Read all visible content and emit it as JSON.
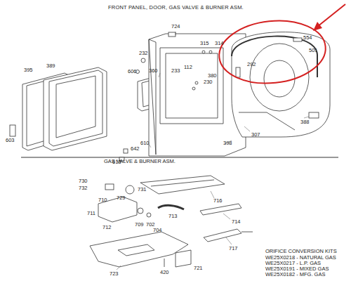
{
  "diagram": {
    "title": "FRONT PANEL, DOOR, GAS VALVE & BURNER ASM.",
    "labels": [
      "GAS VALVE & BURNER ASM.",
      "724",
      "315",
      "314",
      "554",
      "501",
      "232",
      "395",
      "389",
      "606",
      "360",
      "112",
      "233",
      "292",
      "380",
      "230",
      "388",
      "307",
      "603",
      "610",
      "398",
      "642",
      "613",
      "730",
      "732",
      "731",
      "729",
      "710",
      "716",
      "709",
      "711",
      "702",
      "714",
      "704",
      "712",
      "713",
      "717",
      "723",
      "420",
      "721",
      "ORIFICE CONVERSION KITS",
      "WE25X0218 - NATURAL GAS",
      "WE25X0217 - L.P. GAS",
      "WE25X0191 - MIXED GAS",
      "WE25X0182 - MFG. GAS"
    ]
  }
}
